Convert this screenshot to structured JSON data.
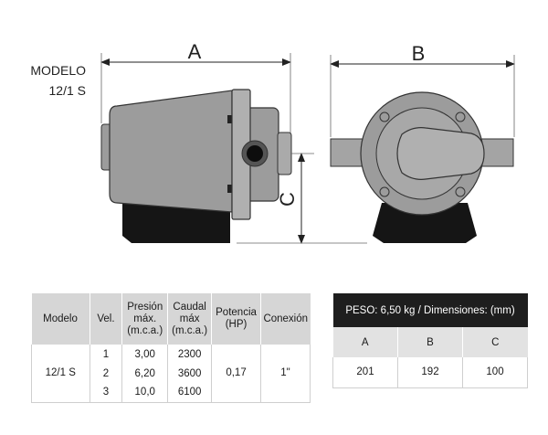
{
  "model_caption": {
    "line1": "MODELO",
    "line2": "12/1 S"
  },
  "dimension_labels": {
    "a": "A",
    "b": "B",
    "c": "C"
  },
  "spec_table": {
    "headers": {
      "modelo": "Modelo",
      "vel": "Vel.",
      "presion": [
        "Presión",
        "máx.",
        "(m.c.a.)"
      ],
      "caudal": [
        "Caudal",
        "máx",
        "(m.c.a.)"
      ],
      "potencia": [
        "Potencia",
        "(HP)"
      ],
      "conexion": "Conexión"
    },
    "model": "12/1 S",
    "potencia": "0,17",
    "conexion": "1\"",
    "rows": [
      {
        "vel": "1",
        "presion": "3,00",
        "caudal": "2300"
      },
      {
        "vel": "2",
        "presion": "6,20",
        "caudal": "3600"
      },
      {
        "vel": "3",
        "presion": "10,0",
        "caudal": "6100"
      }
    ]
  },
  "dim_table": {
    "title": "PESO: 6,50 kg / Dimensiones: (mm)",
    "letters": [
      "A",
      "B",
      "C"
    ],
    "values": [
      "201",
      "192",
      "100"
    ]
  }
}
